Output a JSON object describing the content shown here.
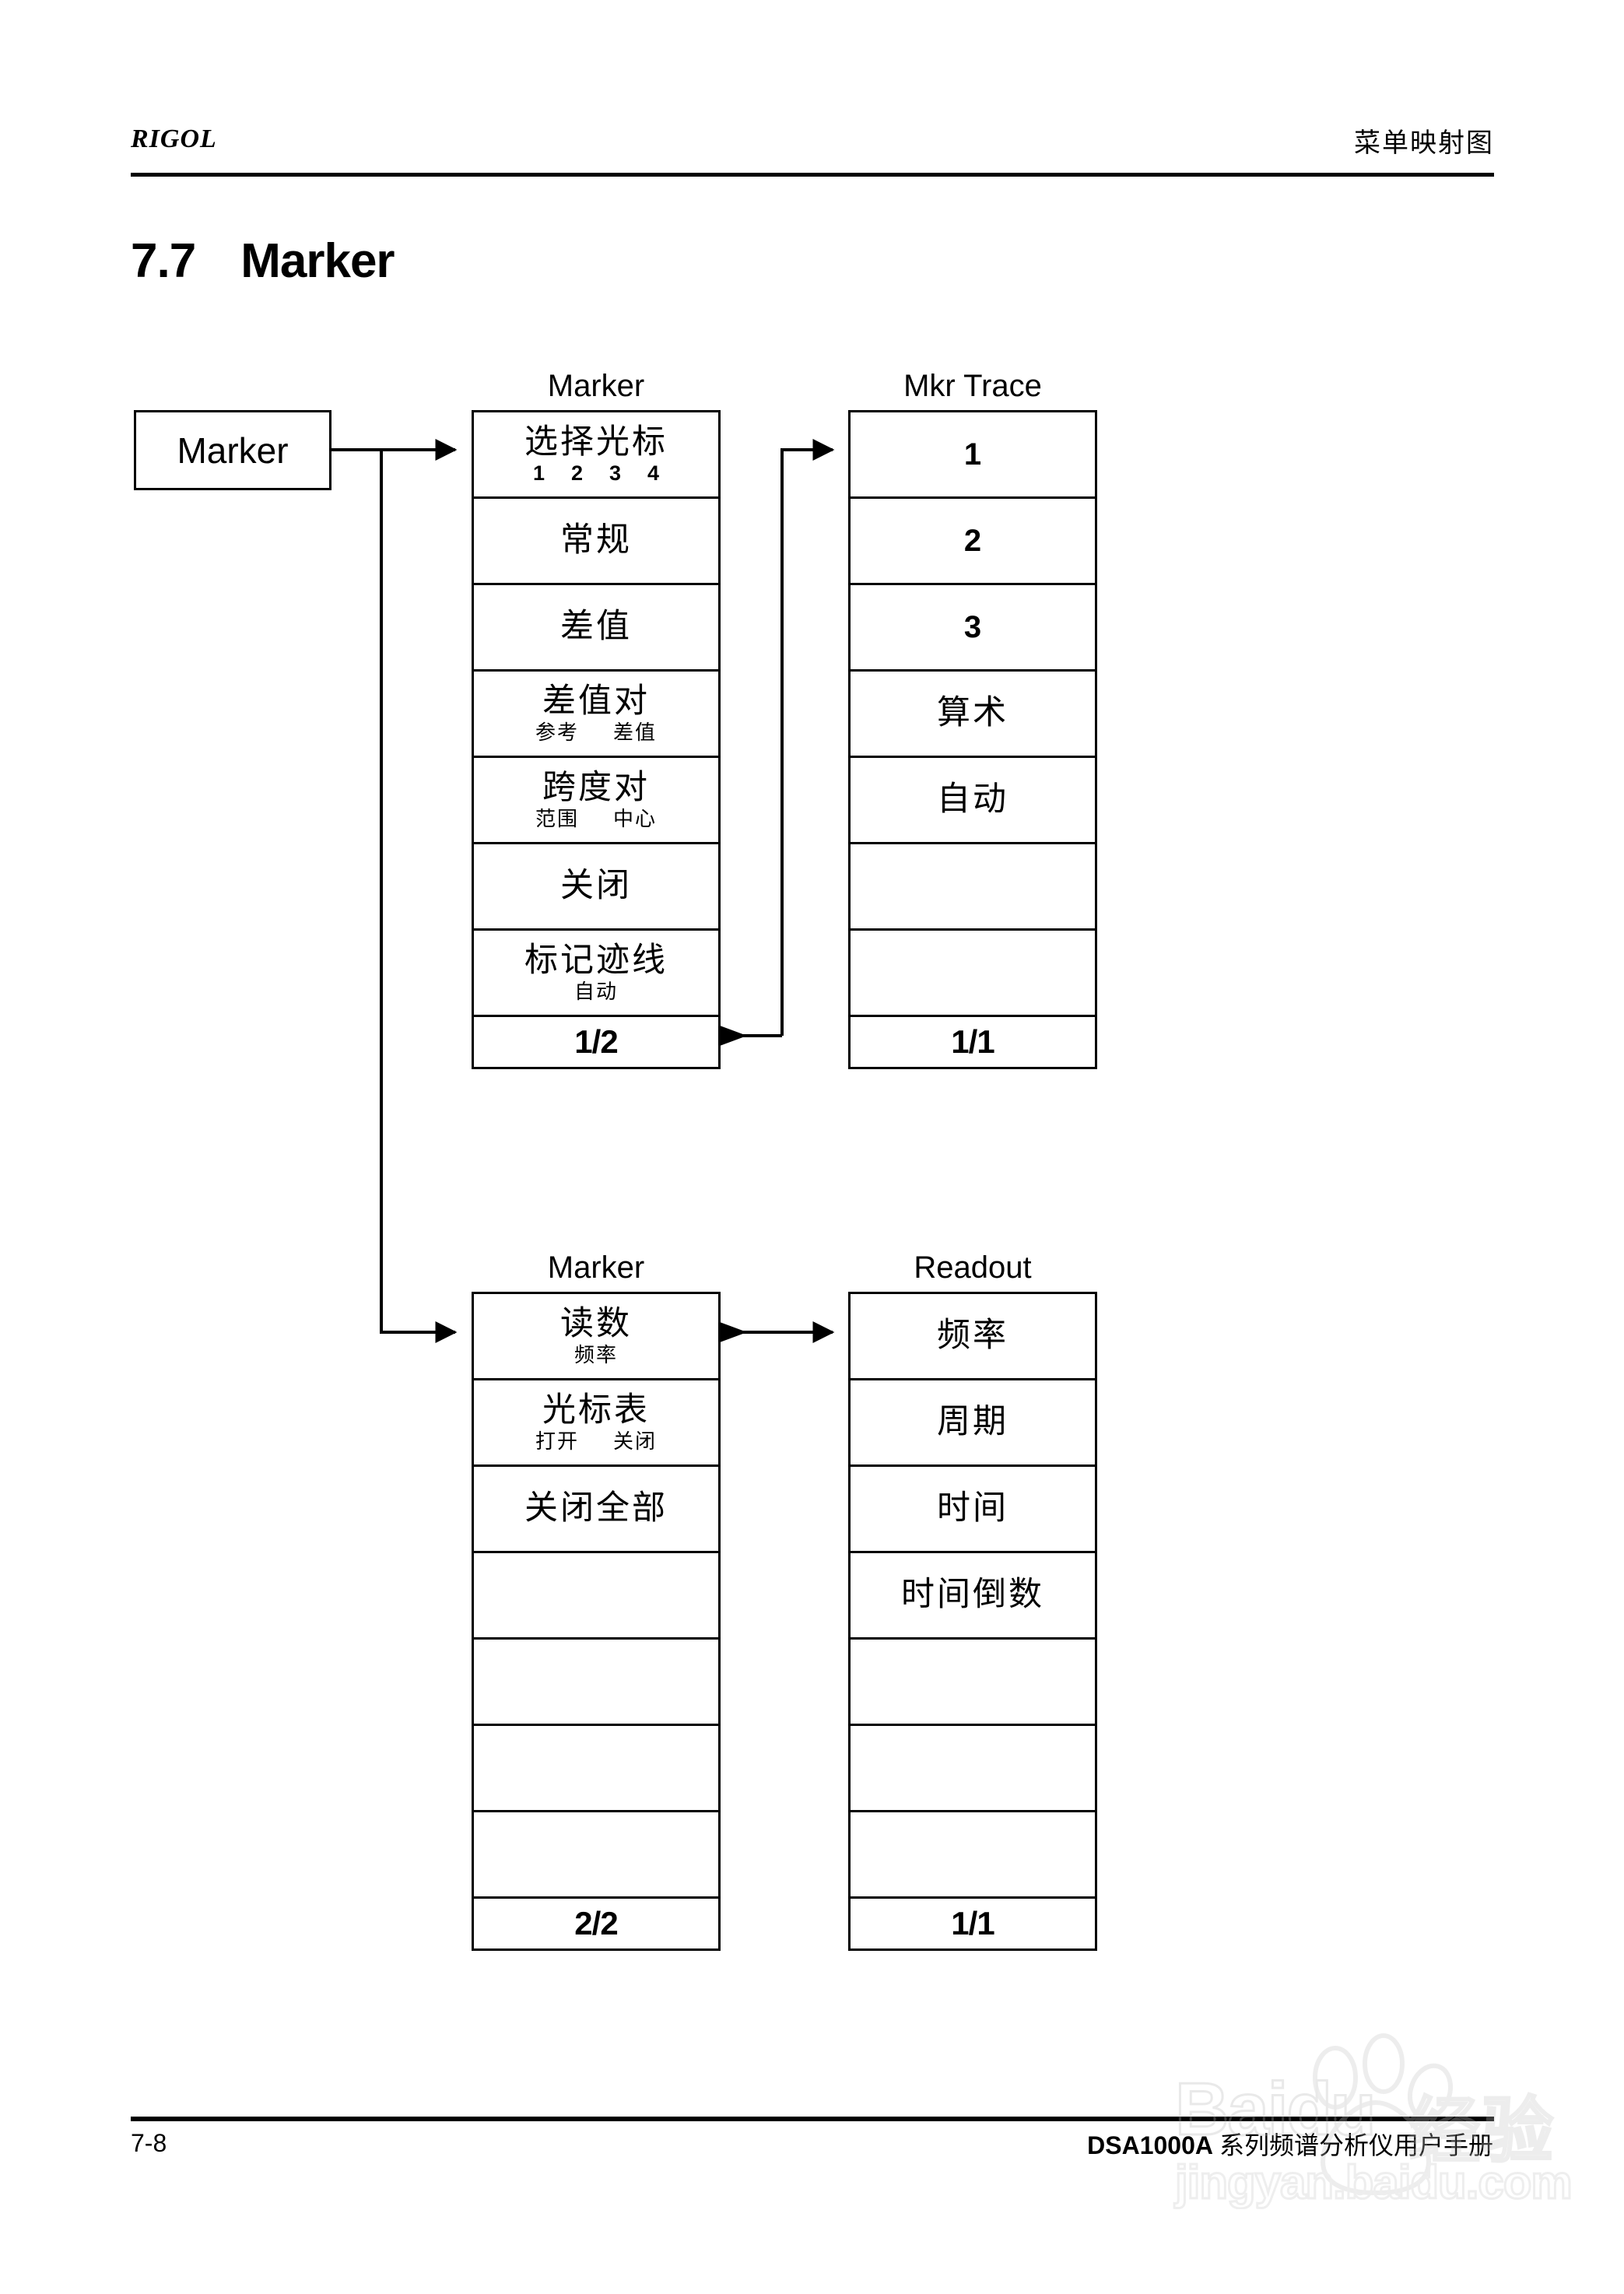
{
  "header": {
    "brand": "RIGOL",
    "chapter": "菜单映射图",
    "rule_color": "#000000"
  },
  "section": {
    "number": "7.7",
    "name": "Marker"
  },
  "root_button": {
    "label": "Marker"
  },
  "groups": [
    {
      "id": "marker-page1",
      "title": "Marker",
      "cells": [
        {
          "main": "选择光标",
          "subs": [
            "1",
            "2",
            "3",
            "4"
          ],
          "sub_style": "nums"
        },
        {
          "main": "常规",
          "subs": []
        },
        {
          "main": "差值",
          "subs": []
        },
        {
          "main": "差值对",
          "subs": [
            "参考",
            "差值"
          ]
        },
        {
          "main": "跨度对",
          "subs": [
            "范围",
            "中心"
          ]
        },
        {
          "main": "关闭",
          "subs": []
        },
        {
          "main": "标记迹线",
          "subs": [
            "自动"
          ],
          "sub_style": "tight"
        }
      ],
      "pager": "1/2"
    },
    {
      "id": "mkr-trace",
      "title": "Mkr Trace",
      "cells": [
        {
          "main": "1",
          "latin": true,
          "subs": []
        },
        {
          "main": "2",
          "latin": true,
          "subs": []
        },
        {
          "main": "3",
          "latin": true,
          "subs": []
        },
        {
          "main": "算术",
          "subs": []
        },
        {
          "main": "自动",
          "subs": []
        },
        {
          "main": "",
          "subs": []
        },
        {
          "main": "",
          "subs": []
        }
      ],
      "pager": "1/1"
    },
    {
      "id": "marker-page2",
      "title": "Marker",
      "cells": [
        {
          "main": "读数",
          "subs": [
            "频率"
          ],
          "sub_style": "tight"
        },
        {
          "main": "光标表",
          "subs": [
            "打开",
            "关闭"
          ]
        },
        {
          "main": "关闭全部",
          "subs": []
        },
        {
          "main": "",
          "subs": []
        },
        {
          "main": "",
          "subs": []
        },
        {
          "main": "",
          "subs": []
        },
        {
          "main": "",
          "subs": []
        }
      ],
      "pager": "2/2"
    },
    {
      "id": "readout",
      "title": "Readout",
      "cells": [
        {
          "main": "频率",
          "subs": []
        },
        {
          "main": "周期",
          "subs": []
        },
        {
          "main": "时间",
          "subs": []
        },
        {
          "main": "时间倒数",
          "subs": []
        },
        {
          "main": "",
          "subs": []
        },
        {
          "main": "",
          "subs": []
        },
        {
          "main": "",
          "subs": []
        }
      ],
      "pager": "1/1"
    }
  ],
  "footer": {
    "page_number": "7-8",
    "manual_model": "DSA1000A",
    "manual_title": "系列频谱分析仪用户手册"
  },
  "watermark": {
    "word": "Baidu",
    "cn": "经验",
    "url": "jingyan.baidu.com"
  }
}
